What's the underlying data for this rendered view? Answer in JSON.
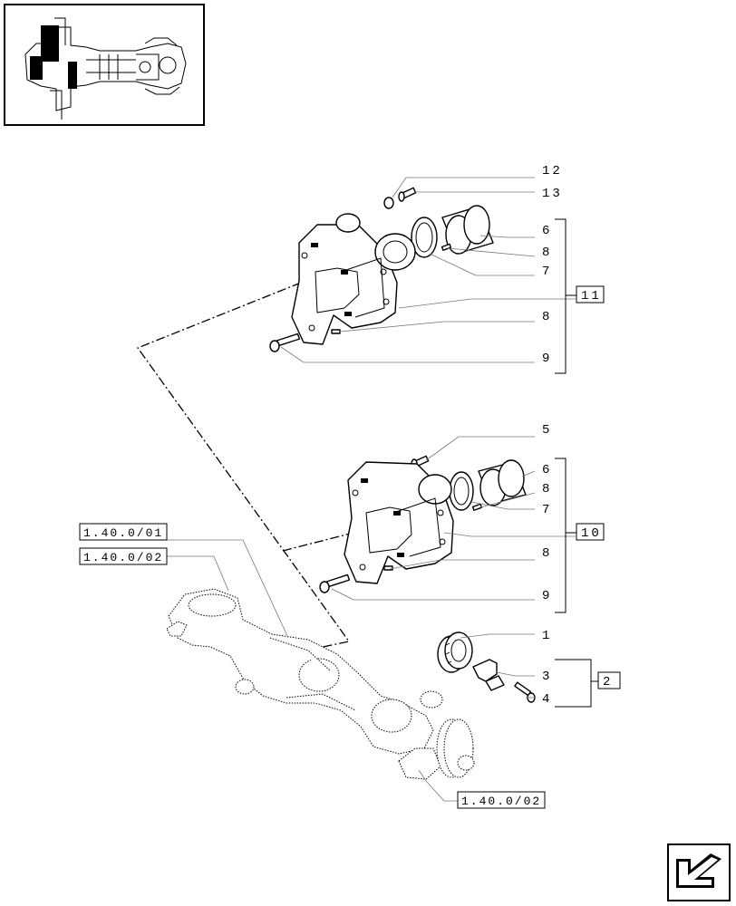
{
  "thumbnail": {
    "name": "axle-overview-thumbnail"
  },
  "callouts": {
    "p12": "12",
    "p13": "13",
    "p6a": "6",
    "p8a": "8",
    "p7a": "7",
    "p8b": "8",
    "p9a": "9",
    "p5": "5",
    "p6b": "6",
    "p8c": "8",
    "p7b": "7",
    "p8d": "8",
    "p9b": "9",
    "p1": "1",
    "p3": "3",
    "p4": "4"
  },
  "groups": {
    "g11": "11",
    "g10": "10",
    "g2": "2"
  },
  "references": {
    "ref1": "1.40.0/01",
    "ref2": "1.40.0/02",
    "ref3": "1.40.0/02"
  },
  "nav": {
    "icon": "next-page-arrow-icon"
  }
}
